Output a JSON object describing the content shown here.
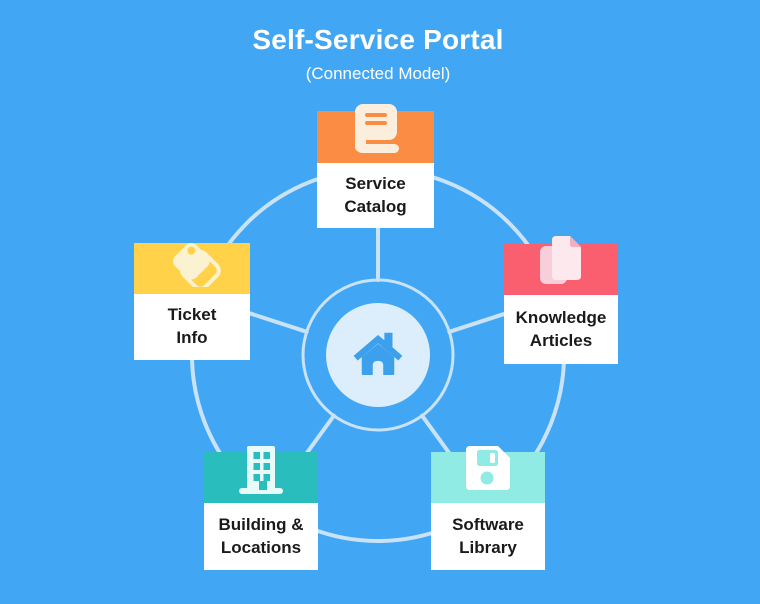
{
  "title": "Self-Service Portal",
  "subtitle": "(Connected Model)",
  "hub": {
    "icon": "home-icon"
  },
  "nodes": [
    {
      "id": "service-catalog",
      "label": "Service\nCatalog",
      "icon": "book-icon",
      "color": "#FB8C44"
    },
    {
      "id": "knowledge-articles",
      "label": "Knowledge\nArticles",
      "icon": "documents-icon",
      "color": "#FA5F70"
    },
    {
      "id": "software-library",
      "label": "Software\nLibrary",
      "icon": "floppy-disk-icon",
      "color": "#8FEBE4"
    },
    {
      "id": "building-locations",
      "label": "Building &\nLocations",
      "icon": "building-icon",
      "color": "#2ABDBD"
    },
    {
      "id": "ticket-info",
      "label": "Ticket\nInfo",
      "icon": "tags-icon",
      "color": "#FFD24A"
    }
  ],
  "colors": {
    "background": "#41A7F5",
    "connector": "#D8E9F7",
    "hub_fill": "#DCEEFB",
    "hub_glyph": "#3DA0EC",
    "card_text": "#1A1A1A",
    "title_text": "#FFFFFF"
  }
}
